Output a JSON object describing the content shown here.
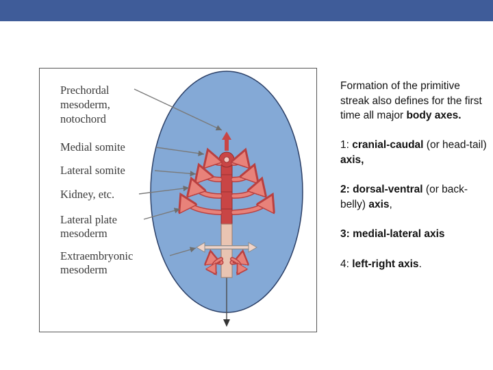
{
  "diagram": {
    "labels": {
      "prechordal_1": "Prechordal",
      "prechordal_2": "mesoderm,",
      "prechordal_3": "notochord",
      "medial_somite": "Medial somite",
      "lateral_somite": "Lateral somite",
      "kidney": "Kidney, etc.",
      "lateral_plate_1": "Lateral plate",
      "lateral_plate_2": "mesoderm",
      "extraembryonic_1": "Extraembryonic",
      "extraembryonic_2": "mesoderm"
    },
    "colors": {
      "embryo_fill": "#84a9d6",
      "streak_red": "#c94545",
      "arrow_pink": "#e8827a",
      "arrow_outline": "#b94040",
      "streak_tail": "#e9c4b2",
      "pointer_gray": "#7a7a7a"
    }
  },
  "text": {
    "p1_a": "Formation of the primitive streak also defines for the first time all major ",
    "p1_b": "body axes.",
    "p2_a": "1: ",
    "p2_b": "cranial-caudal",
    "p2_c": " (or head-tail) ",
    "p2_d": "axis,",
    "p3_a": "2: dorsal-ventral",
    "p3_b": " (or back-belly) ",
    "p3_c": "axis",
    "p3_d": ",",
    "p4_a": "3: medial-lateral axis",
    "p5_a": "4: ",
    "p5_b": "left-right axis",
    "p5_c": "."
  }
}
